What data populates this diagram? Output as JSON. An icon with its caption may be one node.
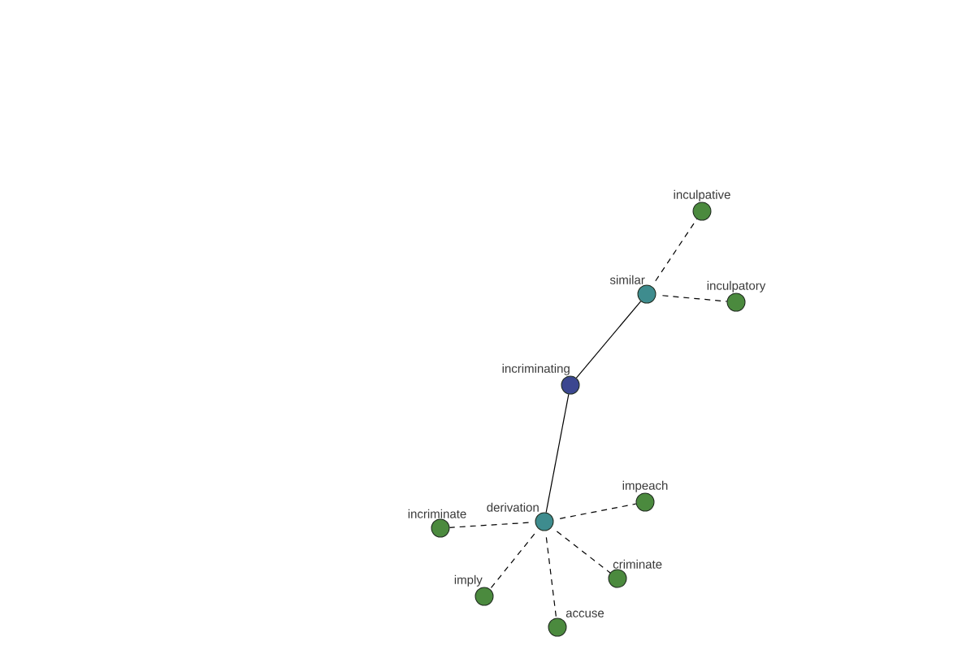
{
  "diagram": {
    "nodes": [
      {
        "text": [
          "inculpative"
        ]
      },
      {
        "text": [
          "similar"
        ]
      },
      {
        "text": [
          "inculpatory"
        ]
      },
      {
        "text": [
          "incriminating"
        ]
      },
      {
        "text": [
          "impeach"
        ]
      },
      {
        "text": [
          "derivation"
        ]
      },
      {
        "text": [
          "incriminate"
        ]
      },
      {
        "text": [
          "criminate"
        ]
      },
      {
        "text": [
          "imply"
        ]
      },
      {
        "text": [
          "accuse"
        ]
      }
    ],
    "edges": [
      {
        "from": 3,
        "to": 1,
        "arrow": "none"
      },
      {
        "from": 3,
        "to": 5,
        "arrow": "none"
      },
      {
        "from": 1,
        "to": 0,
        "arrow": "none",
        "style": "dashed"
      },
      {
        "from": 1,
        "to": 2,
        "arrow": "none",
        "style": "dashed"
      },
      {
        "from": 5,
        "to": 6,
        "arrow": "none",
        "style": "dashed"
      },
      {
        "from": 5,
        "to": 4,
        "arrow": "none",
        "style": "dashed"
      },
      {
        "from": 5,
        "to": 7,
        "arrow": "none",
        "style": "dashed"
      },
      {
        "from": 5,
        "to": 8,
        "arrow": "none",
        "style": "dashed"
      },
      {
        "from": 5,
        "to": 9,
        "arrow": "none",
        "style": "dashed"
      }
    ]
  }
}
